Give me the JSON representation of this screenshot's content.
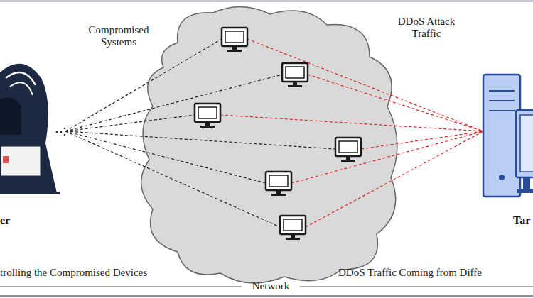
{
  "diagram": {
    "nodes": [
      {
        "text": [
          "er"
        ]
      },
      {
        "text": [
          "Tar"
        ]
      }
    ],
    "labels": [
      "Compromised Systems",
      "DDoS Attack Traffic",
      "trolling the Compromised Devices",
      "Network",
      "DDoS Traffic Coming from Diffe"
    ]
  }
}
